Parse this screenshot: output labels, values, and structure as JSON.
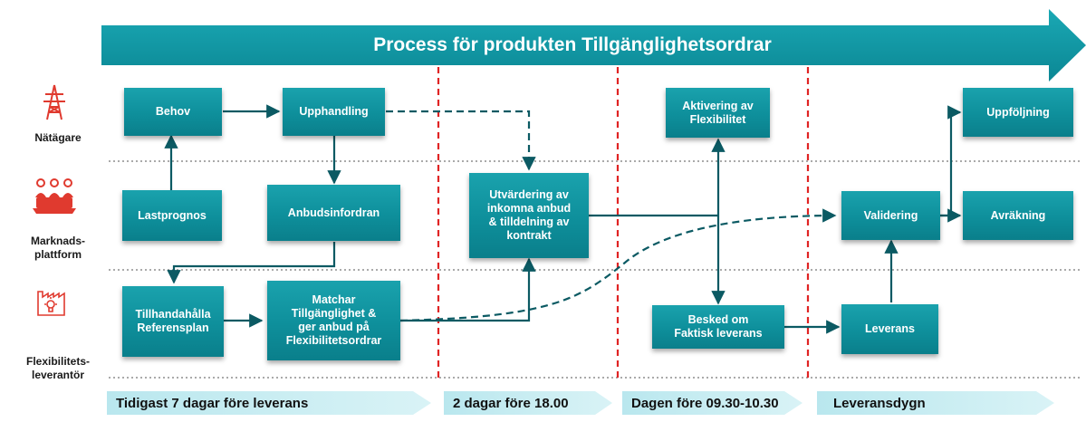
{
  "title": "Process för produkten Tillgänglighetsordrar",
  "lanes": [
    {
      "label": "Nätägare",
      "icon": "power-tower-icon"
    },
    {
      "label": "Marknads-\nplattform",
      "icon": "people-meeting-icon"
    },
    {
      "label": "Flexibilitets-\nleverantör",
      "icon": "factory-bulb-icon"
    }
  ],
  "boxes": {
    "behov": "Behov",
    "upphandling": "Upphandling",
    "lastprognos": "Lastprognos",
    "anbudsinfordran": "Anbudsinfordran",
    "referensplan": "Tillhandahålla\nReferensplan",
    "matchar": "Matchar\nTillgänglighet &\nger anbud på\nFlexibilitetsordrar",
    "utvardering": "Utvärdering av\ninkomna anbud\n& tilldelning av\nkontrakt",
    "aktivering": "Aktivering av\nFlexibilitet",
    "besked": "Besked om\nFaktisk leverans",
    "validering": "Validering",
    "leverans": "Leverans",
    "uppfoljning": "Uppföljning",
    "avrakning": "Avräkning"
  },
  "phases": [
    "Tidigast 7 dagar före leverans",
    "2 dagar före 18.00",
    "Dagen före 09.30-10.30",
    "Leveransdygn"
  ],
  "colors": {
    "box": "#0e8f9b",
    "arrow_line": "#0b5a63",
    "phase_divider": "#e02424",
    "icon": "#e03a2f",
    "phase_arrow": "#c6ecf1"
  }
}
